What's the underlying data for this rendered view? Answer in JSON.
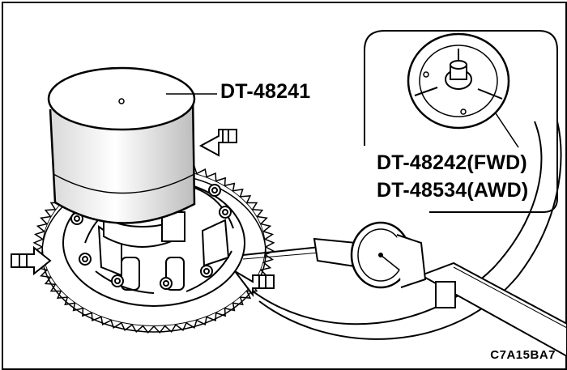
{
  "figure": {
    "callouts": {
      "main_tool": "DT-48241",
      "fwd_tool": "DT-48242(FWD)",
      "awd_tool": "DT-48534(AWD)"
    },
    "figure_code": "C7A15BA7"
  },
  "colors": {
    "line": "#000000",
    "background": "#ffffff",
    "shade": "#b8b8b8"
  },
  "icons": {
    "arrow": "push-arrow-icon",
    "gauge": "dial-indicator-icon"
  }
}
